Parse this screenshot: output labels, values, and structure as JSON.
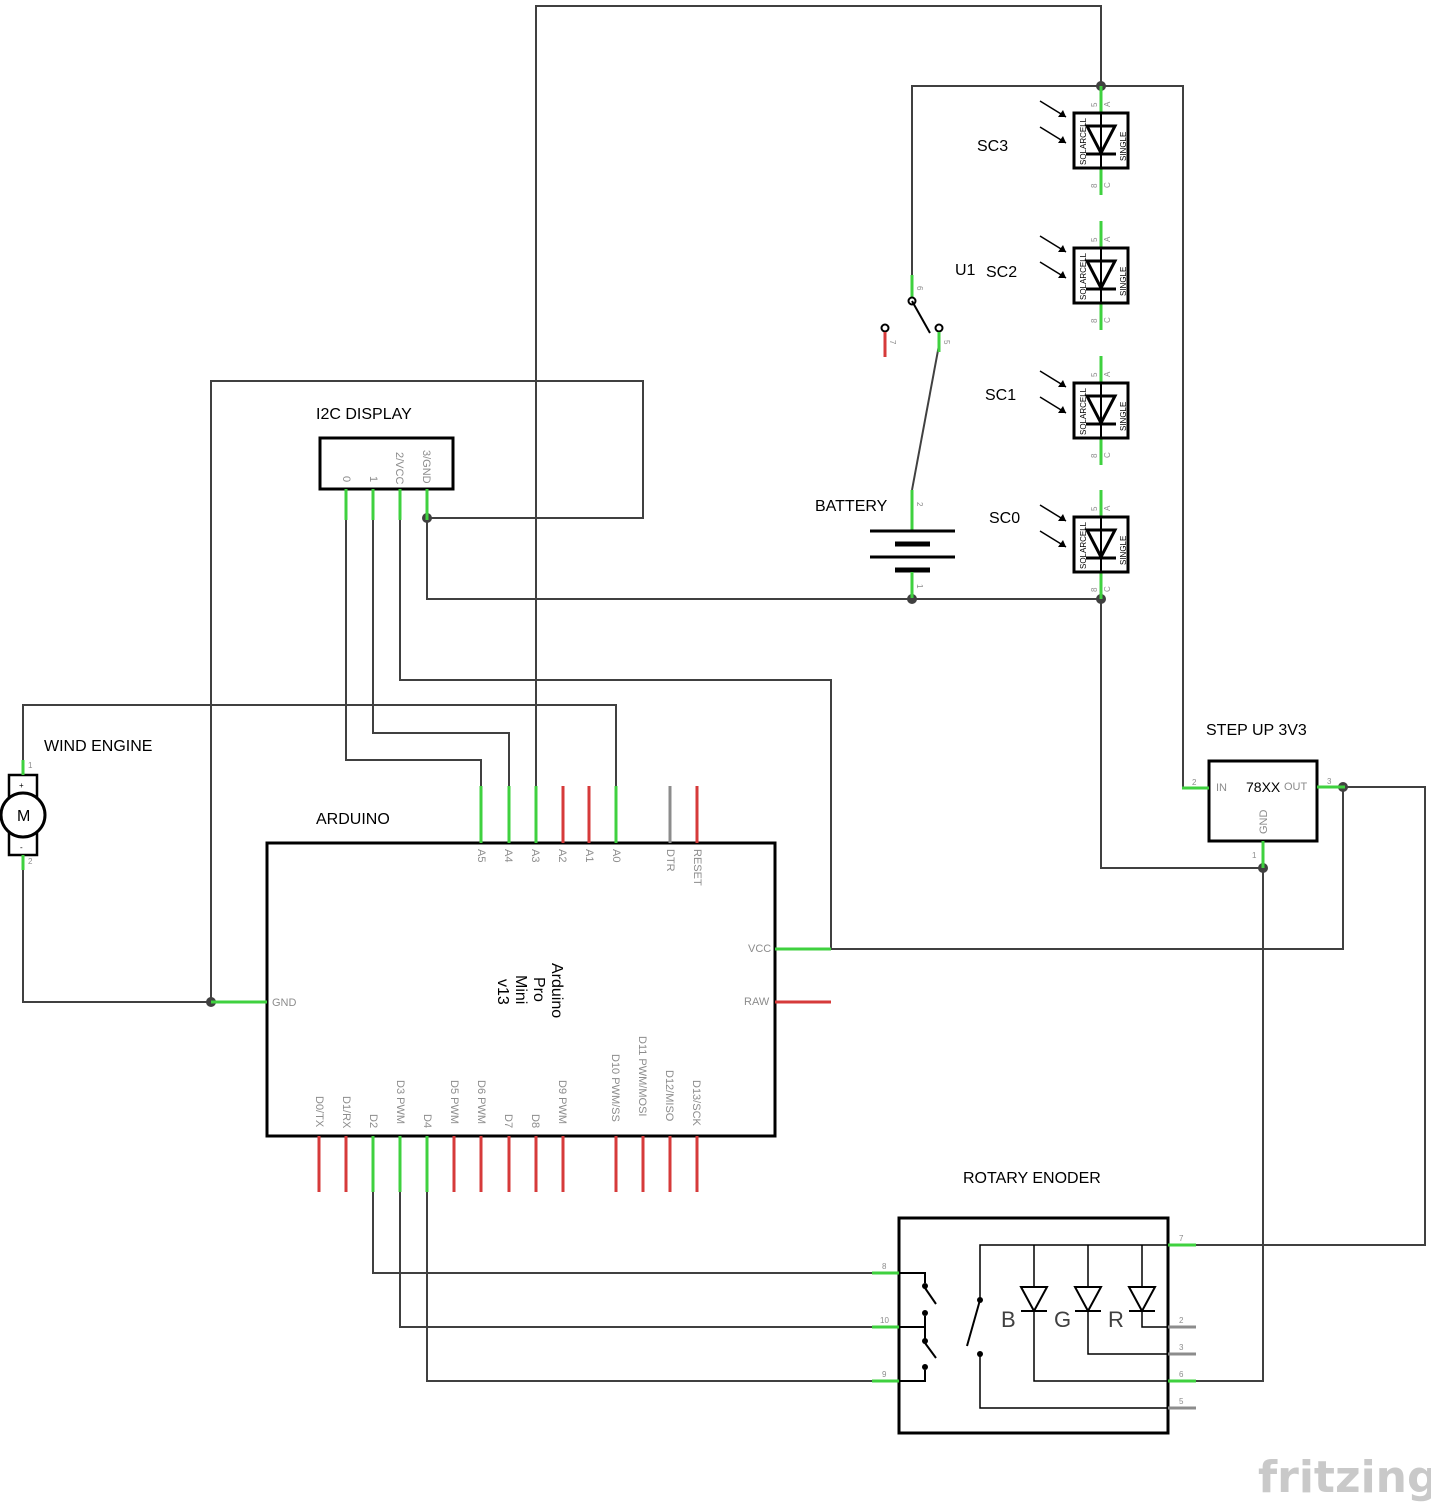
{
  "labels": {
    "i2c_display": "I2C DISPLAY",
    "wind_engine": "WIND ENGINE",
    "arduino": "ARDUINO",
    "battery": "BATTERY",
    "step_up": "STEP UP 3V3",
    "rotary": "ROTARY ENODER",
    "u1": "U1",
    "sc3": "SC3",
    "sc2": "SC2",
    "sc1": "SC1",
    "sc0": "SC0",
    "motor": "M",
    "regulator": "78XX",
    "brand": "fritzing"
  },
  "arduino": {
    "name_lines": [
      "Arduino",
      "Pro",
      "Mini",
      "v13"
    ],
    "top_pins": [
      "A5",
      "A4",
      "A3",
      "A2",
      "A1",
      "A0",
      "DTR",
      "RESET"
    ],
    "bottom_pins": [
      "D0/TX",
      "D1/RX",
      "D2",
      "D3 PWM",
      "D4",
      "D5 PWM",
      "D6 PWM",
      "D7",
      "D8",
      "D9 PWM",
      "D10 PWM/SS",
      "D11 PWM/MOSI",
      "D12/MISO",
      "D13/SCK"
    ],
    "left_pin": "GND",
    "right_pins": [
      "VCC",
      "RAW"
    ]
  },
  "display_pins": [
    "0",
    "1",
    "2/VCC",
    "3/GND"
  ],
  "regulator_pins": {
    "in": "IN",
    "out": "OUT",
    "gnd": "GND",
    "in_num": "2",
    "out_num": "3",
    "gnd_num": "1"
  },
  "solar_cell": {
    "text1": "SOLARCELL",
    "text2": "SINGLE",
    "pin_a": "A",
    "pin_c": "C",
    "num_top": "5",
    "num_bot": "8"
  },
  "motor_pins": {
    "plus": "+",
    "minus": "-",
    "n1": "1",
    "n2": "2"
  },
  "battery_pins": {
    "n2": "2",
    "n1": "1"
  },
  "switch_pins": {
    "n6": "6",
    "n7": "7",
    "n5": "5"
  },
  "rotary_leds": [
    "B",
    "G",
    "R"
  ],
  "rotary_left_pins": [
    "8",
    "10",
    "9"
  ],
  "rotary_right_pins": [
    "7",
    "2",
    "3",
    "6",
    "5"
  ]
}
